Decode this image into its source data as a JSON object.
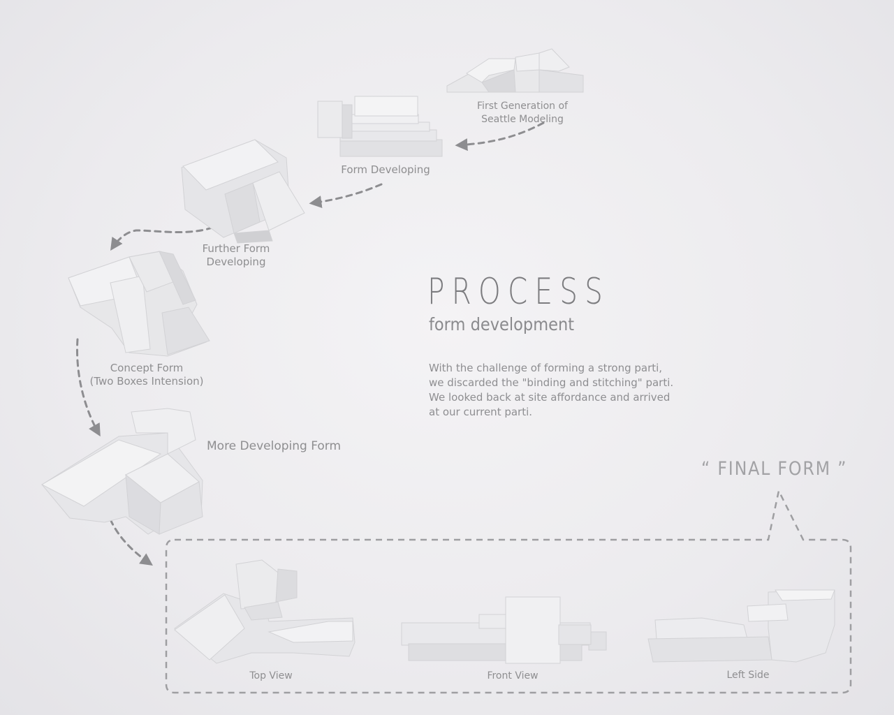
{
  "title": "PROCESS",
  "subtitle": "form development",
  "description": [
    "With the challenge of forming a strong parti,",
    "we discarded the \"binding and stitching\" parti.",
    "We looked back at site affordance and arrived",
    "at our current parti."
  ],
  "stages": {
    "first_generation": [
      "First Generation of",
      "Seattle Modeling"
    ],
    "form_developing": "Form Developing",
    "further_form": [
      "Further Form",
      "Developing"
    ],
    "concept_form": [
      "Concept Form",
      "(Two Boxes Intension)"
    ],
    "more_developing": "More Developing Form"
  },
  "final_form": {
    "label": "“ FINAL FORM ”",
    "views": [
      "Top View",
      "Front View",
      "Left Side"
    ]
  }
}
